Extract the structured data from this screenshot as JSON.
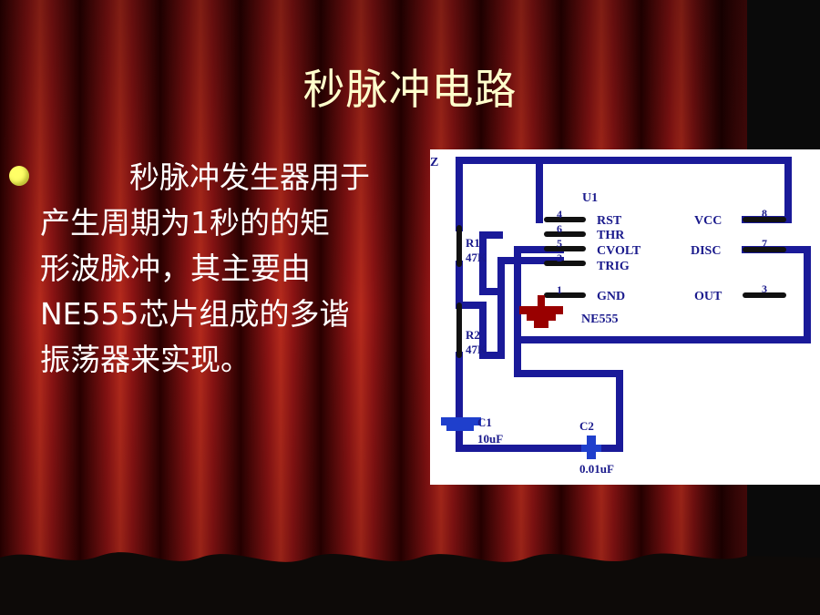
{
  "slide": {
    "title": "秒脉冲电路",
    "bullet_lines": [
      "秒脉冲发生器用于",
      "产生周期为1秒的的矩",
      "形波脉冲，其主要由",
      "NE555芯片组成的多谐",
      "振荡器来实现。"
    ]
  },
  "circuit": {
    "corner_label": "Z",
    "chip_ref": "U1",
    "chip_part": "NE555",
    "left_pins": [
      {
        "num": "4",
        "name": "RST"
      },
      {
        "num": "6",
        "name": "THR"
      },
      {
        "num": "5",
        "name": "CVOLT"
      },
      {
        "num": "2",
        "name": "TRIG"
      },
      {
        "num": "1",
        "name": "GND"
      }
    ],
    "right_pins": [
      {
        "num": "8",
        "name": "VCC"
      },
      {
        "num": "7",
        "name": "DISC"
      },
      {
        "num": "3",
        "name": "OUT"
      }
    ],
    "r1_ref": "R1",
    "r1_value": "47K",
    "r2_ref": "R2",
    "r2_value": "47K",
    "c1_ref": "C1",
    "c1_value": "10uF",
    "c2_ref": "C2",
    "c2_value": "0.01uF",
    "colors": {
      "wire": "#1a1a99",
      "label": "#1a1a8c",
      "ground": "#990000"
    }
  }
}
